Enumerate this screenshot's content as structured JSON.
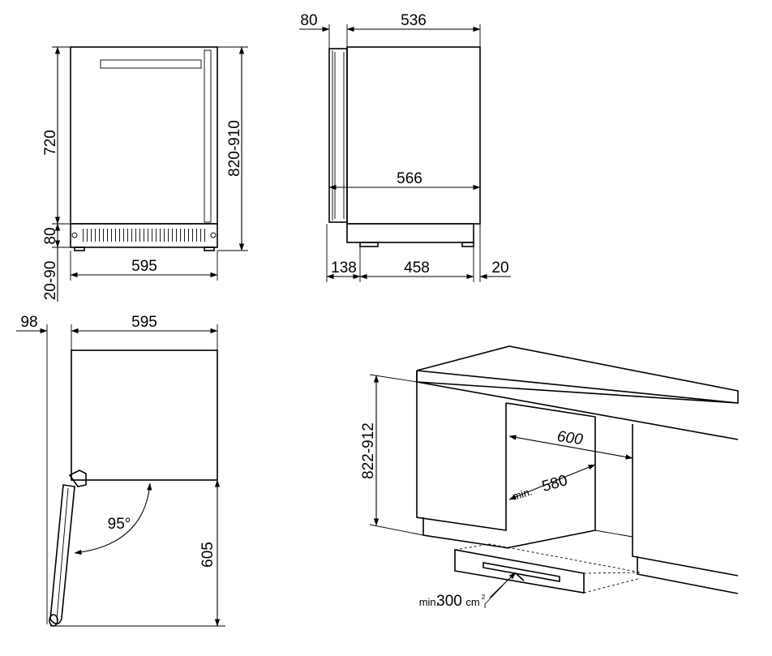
{
  "front_view": {
    "height_door": "720",
    "height_plinth": "80",
    "height_feet": "20-90",
    "height_total": "820-910",
    "width": "595"
  },
  "side_view": {
    "door_depth": "80",
    "body_depth": "536",
    "total_depth": "566",
    "foot_front": "138",
    "foot_span": "458",
    "foot_rear": "20"
  },
  "top_view": {
    "door_offset": "98",
    "width": "595",
    "opening_angle": "95°",
    "depth_open": "605"
  },
  "niche_view": {
    "height": "822-912",
    "width": "600",
    "depth_prefix": "min.",
    "depth": "580",
    "vent_prefix": "min.",
    "vent_value": "300",
    "vent_unit": "cm",
    "vent_exp": "2"
  }
}
